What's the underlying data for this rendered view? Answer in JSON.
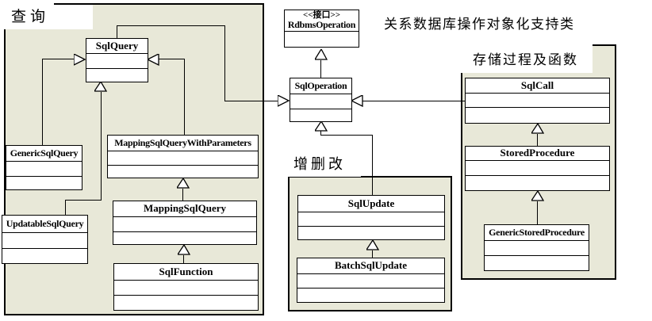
{
  "diagram": {
    "title": "关系数据库操作对象化支持类",
    "groups": [
      {
        "label": "查询"
      },
      {
        "label": "增删改"
      },
      {
        "label": "存储过程及函数"
      }
    ],
    "classes": [
      {
        "stereotype": "<<接口>>",
        "name": "RdbmsOperation"
      },
      {
        "name": "SqlOperation"
      },
      {
        "name": "SqlQuery"
      },
      {
        "name": "GenericSqlQuery"
      },
      {
        "name": "UpdatableSqlQuery"
      },
      {
        "name": "MappingSqlQueryWithParameters"
      },
      {
        "name": "MappingSqlQuery"
      },
      {
        "name": "SqlFunction"
      },
      {
        "name": "SqlUpdate"
      },
      {
        "name": "BatchSqlUpdate"
      },
      {
        "name": "SqlCall"
      },
      {
        "name": "StoredProcedure"
      },
      {
        "name": "GenericStoredProcedure"
      }
    ],
    "relations": [
      {
        "from": "SqlOperation",
        "to": "RdbmsOperation",
        "type": "generalization"
      },
      {
        "from": "SqlQuery",
        "to": "SqlOperation",
        "type": "generalization"
      },
      {
        "from": "SqlCall",
        "to": "SqlOperation",
        "type": "generalization"
      },
      {
        "from": "SqlUpdate",
        "to": "SqlOperation",
        "type": "generalization"
      },
      {
        "from": "GenericSqlQuery",
        "to": "SqlQuery",
        "type": "generalization"
      },
      {
        "from": "UpdatableSqlQuery",
        "to": "SqlQuery",
        "type": "generalization"
      },
      {
        "from": "MappingSqlQueryWithParameters",
        "to": "SqlQuery",
        "type": "generalization"
      },
      {
        "from": "MappingSqlQuery",
        "to": "MappingSqlQueryWithParameters",
        "type": "generalization"
      },
      {
        "from": "SqlFunction",
        "to": "MappingSqlQuery",
        "type": "generalization"
      },
      {
        "from": "BatchSqlUpdate",
        "to": "SqlUpdate",
        "type": "generalization"
      },
      {
        "from": "StoredProcedure",
        "to": "SqlCall",
        "type": "generalization"
      },
      {
        "from": "GenericStoredProcedure",
        "to": "StoredProcedure",
        "type": "generalization"
      }
    ],
    "colors": {
      "page_background": "#ffffff",
      "group_fill": "#e8e8d8",
      "class_fill": "#ffffff",
      "line": "#000000"
    }
  }
}
